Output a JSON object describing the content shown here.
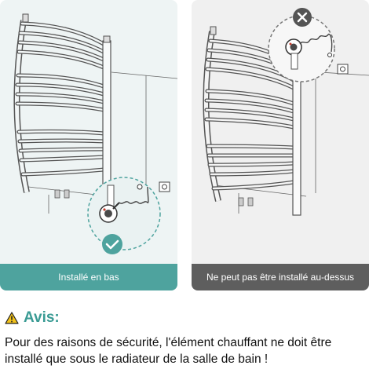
{
  "panels": [
    {
      "caption": "Installé en bas",
      "status_icon": "checkmark-icon",
      "status_color": "#4ea39e",
      "caption_background": "#4ea39e"
    },
    {
      "caption": "Ne peut pas être installé au-dessus",
      "status_icon": "cross-icon",
      "status_color": "#555555",
      "caption_background": "#5e5e5e"
    }
  ],
  "warning": {
    "icon": "warning-triangle-icon",
    "title": "Avis:",
    "text": "Pour des raisons de sécurité, l'élément chauffant ne doit être installé que sous le radiateur de la salle de bain !",
    "accent_color": "#3a9b94"
  }
}
